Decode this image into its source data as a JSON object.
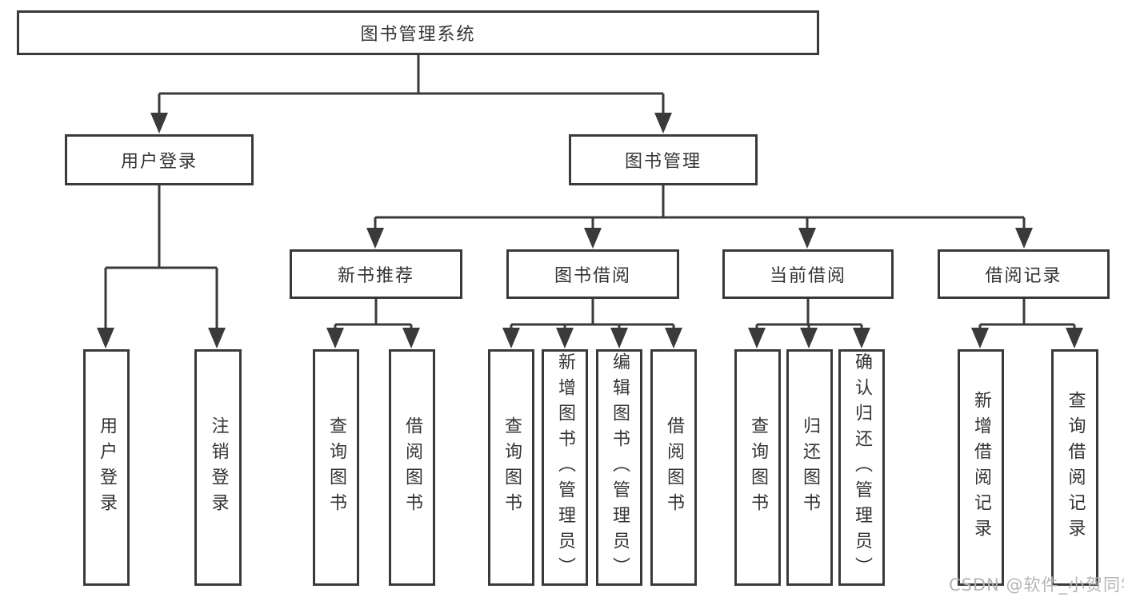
{
  "tree": {
    "root": {
      "label": "图书管理系统"
    },
    "branches": [
      {
        "label": "用户登录",
        "children": [
          {
            "label": "用户登录"
          },
          {
            "label": "注销登录"
          }
        ]
      },
      {
        "label": "图书管理",
        "groups": [
          {
            "label": "新书推荐",
            "children": [
              {
                "label": "查询图书"
              },
              {
                "label": "借阅图书"
              }
            ]
          },
          {
            "label": "图书借阅",
            "children": [
              {
                "label": "查询图书"
              },
              {
                "label": "新增图书（管理员）"
              },
              {
                "label": "编辑图书（管理员）"
              },
              {
                "label": "借阅图书"
              }
            ]
          },
          {
            "label": "当前借阅",
            "children": [
              {
                "label": "查询图书"
              },
              {
                "label": "归还图书"
              },
              {
                "label": "确认归还（管理员）"
              }
            ]
          },
          {
            "label": "借阅记录",
            "children": [
              {
                "label": "新增借阅记录"
              },
              {
                "label": "查询借阅记录"
              }
            ]
          }
        ]
      }
    ]
  },
  "watermark": {
    "text": "CSDN @软件_小贺同学"
  },
  "colors": {
    "line": "#3a3a3a",
    "text": "#333333",
    "watermark": "#b4b4b4",
    "background": "#ffffff"
  }
}
